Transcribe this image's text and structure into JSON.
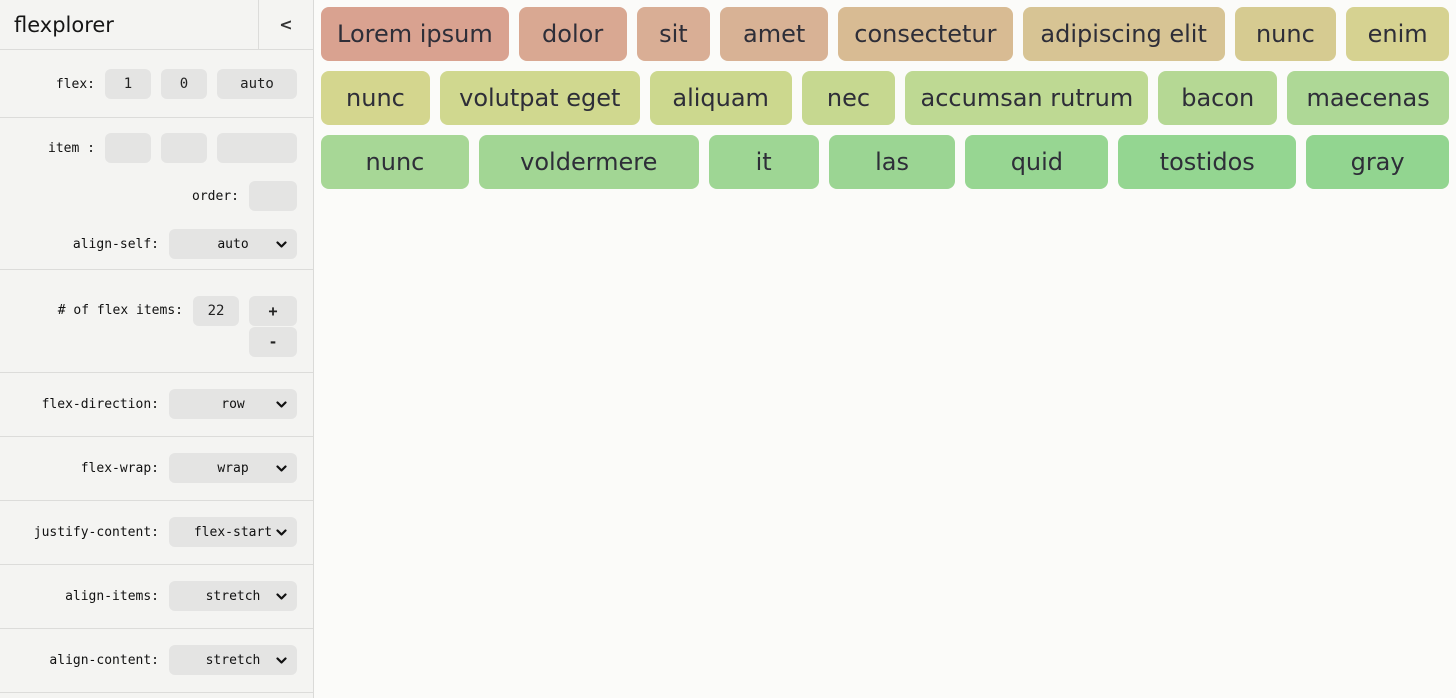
{
  "app": {
    "title": "flexplorer",
    "collapse_label": "<"
  },
  "sidebar": {
    "flex": {
      "label": "flex:",
      "grow": "1",
      "shrink": "0",
      "basis": "auto"
    },
    "item": {
      "label": "item :",
      "grow": "",
      "shrink": "",
      "basis": ""
    },
    "order": {
      "label": "order:",
      "value": ""
    },
    "align_self": {
      "label": "align-self:",
      "value": "auto"
    },
    "count": {
      "label": "# of flex items:",
      "value": "22",
      "plus": "+",
      "minus": "-"
    },
    "selects": [
      {
        "label": "flex-direction:",
        "value": "row"
      },
      {
        "label": "flex-wrap:",
        "value": "wrap"
      },
      {
        "label": "justify-content:",
        "value": "flex-start"
      },
      {
        "label": "align-items:",
        "value": "stretch"
      },
      {
        "label": "align-content:",
        "value": "stretch"
      }
    ]
  },
  "canvas": {
    "items": [
      {
        "label": "Lorem ipsum",
        "color": "#d9a290",
        "basis": 181
      },
      {
        "label": "dolor",
        "color": "#d9a892",
        "basis": 101
      },
      {
        "label": "sit",
        "color": "#d9ae95",
        "basis": 67
      },
      {
        "label": "amet",
        "color": "#d8b295",
        "basis": 101
      },
      {
        "label": "consectetur",
        "color": "#d8bb93",
        "basis": 168
      },
      {
        "label": "adipiscing elit",
        "color": "#d7c494",
        "basis": 195
      },
      {
        "label": "nunc",
        "color": "#d6cb91",
        "basis": 95
      },
      {
        "label": "enim",
        "color": "#d6d291",
        "basis": 96
      },
      {
        "label": "nunc",
        "color": "#d4d68e",
        "basis": 102
      },
      {
        "label": "volutpat eget",
        "color": "#d0d88f",
        "basis": 193
      },
      {
        "label": "aliquam",
        "color": "#ccd88e",
        "basis": 135
      },
      {
        "label": "nec",
        "color": "#c6d890",
        "basis": 87
      },
      {
        "label": "accumsan rutrum",
        "color": "#bed993",
        "basis": 236
      },
      {
        "label": "bacon",
        "color": "#b5d894",
        "basis": 112
      },
      {
        "label": "maecenas",
        "color": "#aed896",
        "basis": 155
      },
      {
        "label": "nunc",
        "color": "#a7d796",
        "basis": 141
      },
      {
        "label": "voldermere",
        "color": "#a2d694",
        "basis": 213
      },
      {
        "label": "it",
        "color": "#9ed694",
        "basis": 103
      },
      {
        "label": "las",
        "color": "#9bd593",
        "basis": 120
      },
      {
        "label": "quid",
        "color": "#97d692",
        "basis": 136
      },
      {
        "label": "tostidos",
        "color": "#94d691",
        "basis": 171
      },
      {
        "label": "gray",
        "color": "#92d590",
        "basis": 136
      }
    ]
  },
  "colors": {
    "sidebar_bg": "#f4f4f2",
    "canvas_bg": "#fbfbf9",
    "control_bg": "#e4e4e3",
    "divider": "#dcdcda",
    "item_text": "#2e2e38"
  }
}
